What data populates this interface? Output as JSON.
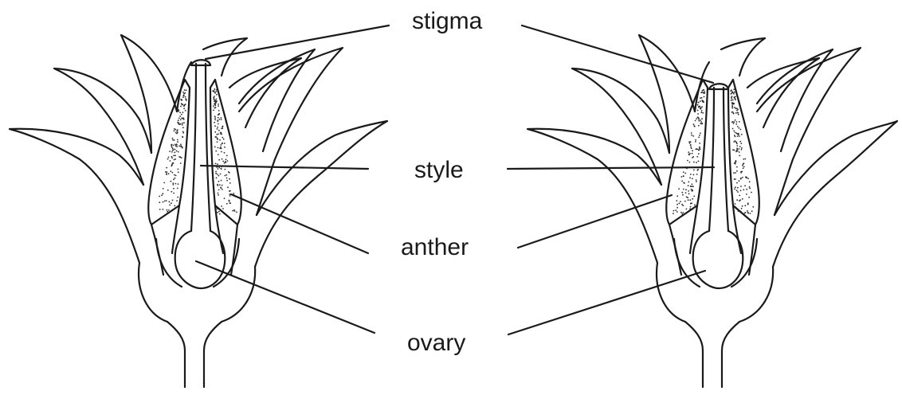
{
  "labels": {
    "stigma": "stigma",
    "style": "style",
    "anther": "anther",
    "ovary": "ovary"
  },
  "colors": {
    "ink": "#1a1a1a",
    "background": "#ffffff"
  }
}
